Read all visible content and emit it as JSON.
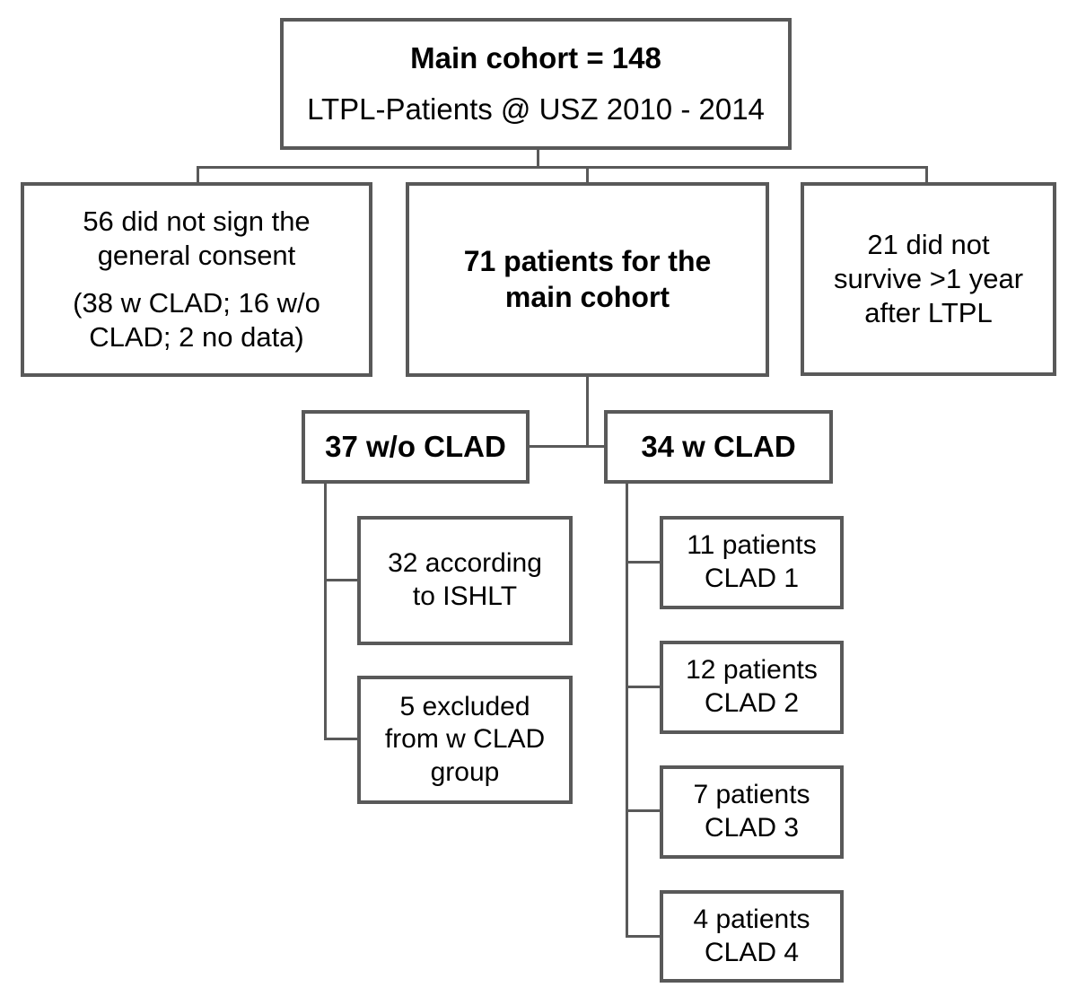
{
  "diagram": {
    "type": "flowchart",
    "colors": {
      "border": "#595959",
      "connector": "#595959",
      "text": "#000000",
      "background": "#ffffff"
    },
    "nodes": {
      "main_cohort": {
        "title": "Main cohort = 148",
        "subtitle": "LTPL-Patients @ USZ 2010 - 2014"
      },
      "no_consent": {
        "para1": [
          "56 did not sign the",
          "general consent"
        ],
        "para2": [
          "(38 w CLAD; 16 w/o",
          "CLAD; 2 no data)"
        ]
      },
      "main_71": {
        "lines": [
          "71 patients for the",
          "main cohort"
        ]
      },
      "no_survival": {
        "lines": [
          "21 did not",
          "survive >1 year",
          "after LTPL"
        ]
      },
      "wo_clad": {
        "label": "37 w/o CLAD"
      },
      "w_clad": {
        "label": "34 w CLAD"
      },
      "ishlt": {
        "lines": [
          "32 according",
          "to ISHLT"
        ]
      },
      "excluded": {
        "lines": [
          "5 excluded",
          "from w CLAD",
          "group"
        ]
      },
      "clad1": {
        "lines": [
          "11 patients",
          "CLAD 1"
        ]
      },
      "clad2": {
        "lines": [
          "12 patients",
          "CLAD 2"
        ]
      },
      "clad3": {
        "lines": [
          "7 patients",
          "CLAD 3"
        ]
      },
      "clad4": {
        "lines": [
          "4 patients",
          "CLAD 4"
        ]
      }
    }
  }
}
